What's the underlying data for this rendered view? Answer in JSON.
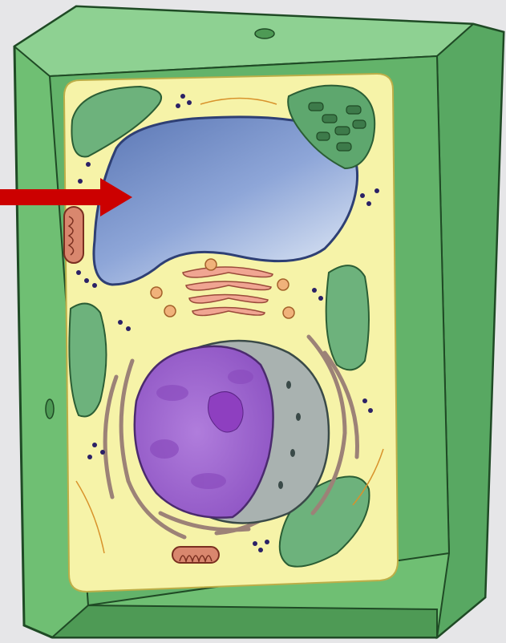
{
  "diagram": {
    "subject": "plant-cell",
    "labels": [],
    "indicator": {
      "type": "arrow",
      "points_to": "central-vacuole",
      "color": "#cc0000"
    },
    "colors": {
      "background": "#e6e6e8",
      "cell_wall": "#6fbf73",
      "cell_wall_dark": "#4e9a55",
      "cytoplasm": "#f6f3a8",
      "vacuole": "#7f98cf",
      "nucleus": "#a56bd2",
      "nucleolus": "#8e3fc0",
      "nuclear_envelope": "#a9b2b0",
      "chloroplast": "#6db27c",
      "mitochondrion": "#d9876e",
      "golgi": "#f0a592",
      "er": "#9c8277",
      "vesicle": "#f0b27a",
      "ribosome": "#2b2166"
    }
  }
}
